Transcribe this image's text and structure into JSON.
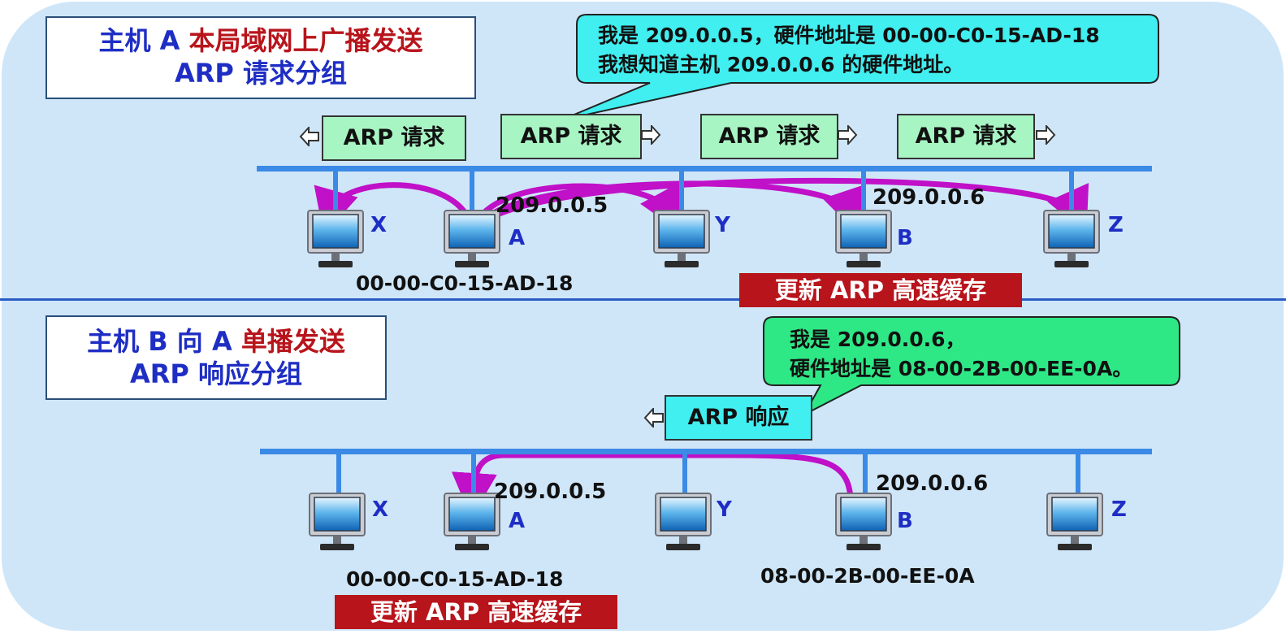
{
  "top": {
    "title_line1_a": "主机 A ",
    "title_line1_b": "本局域网上广播发送",
    "title_line2": "ARP 请求分组",
    "bubble_line1": "我是 209.0.0.5，硬件地址是 00-00-C0-15-AD-18",
    "bubble_line2": "我想知道主机 209.0.0.6 的硬件地址。",
    "packets": [
      "ARP 请求",
      "ARP 请求",
      "ARP 请求",
      "ARP 请求"
    ],
    "hosts": {
      "x": "X",
      "a": "A",
      "y": "Y",
      "b": "B",
      "z": "Z"
    },
    "ip_a": "209.0.0.5",
    "ip_b": "209.0.0.6",
    "mac_a": "00-00-C0-15-AD-18",
    "cache_banner": "更新 ARP 高速缓存"
  },
  "bottom": {
    "title_line1_a": "主机 B 向 A ",
    "title_line1_b": "单播发送",
    "title_line2": "ARP 响应分组",
    "bubble_line1": "我是 209.0.0.6，",
    "bubble_line2": "硬件地址是 08-00-2B-00-EE-0A。",
    "packet": "ARP 响应",
    "hosts": {
      "x": "X",
      "a": "A",
      "y": "Y",
      "b": "B",
      "z": "Z"
    },
    "ip_a": "209.0.0.5",
    "ip_b": "209.0.0.6",
    "mac_a": "00-00-C0-15-AD-18",
    "mac_b": "08-00-2B-00-EE-0A",
    "cache_banner": "更新 ARP 高速缓存"
  },
  "colors": {
    "panel": "#cfe6f8",
    "bus": "#3b8ae6",
    "curve": "#c010c8",
    "title_blue": "#1e2ec4",
    "title_red": "#b8141b",
    "request_packet": "#a8f5c4",
    "response_packet": "#41eef0",
    "top_bubble": "#41eef0",
    "bottom_bubble": "#2ee886",
    "banner": "#b8141b"
  },
  "icons": [
    "computer-monitor-icon",
    "arrow-right-icon",
    "arrow-left-icon"
  ]
}
